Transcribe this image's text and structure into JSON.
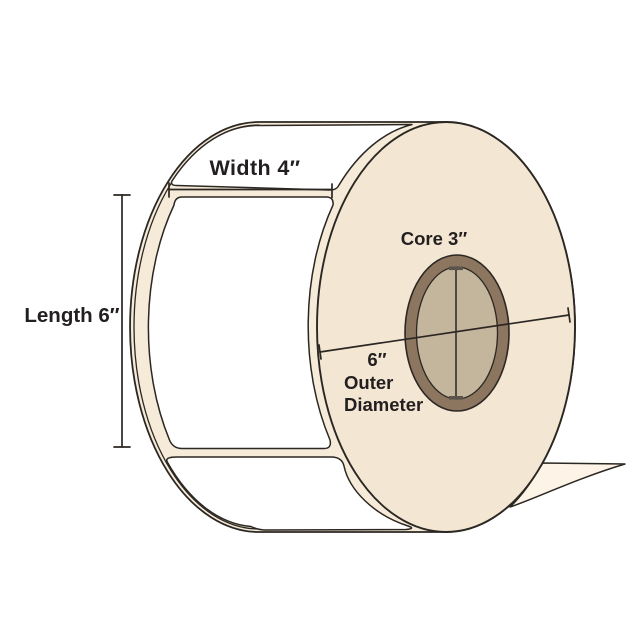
{
  "diagram": {
    "name": "label-roll-dimensions",
    "labels": {
      "width": "Width 4″",
      "length": "Length 6″",
      "core": "Core 3″",
      "diameter_value": "6″",
      "diameter_word1": "Outer",
      "diameter_word2": "Diameter"
    },
    "colors": {
      "background": "#ffffff",
      "roll_side": "#f6ead9",
      "roll_face": "#f3e7d4",
      "core_ring": "#8c7660",
      "core_inner": "#c4b59d",
      "tail": "#fdf3e7",
      "label_white": "#ffffff",
      "outline": "#2b2722",
      "text": "#231f20"
    }
  }
}
